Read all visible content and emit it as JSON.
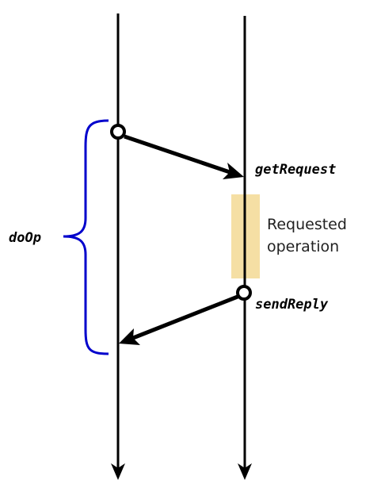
{
  "labels": {
    "get_request": "getRequest",
    "send_reply": "sendReply",
    "do_op": "doOp",
    "requested_operation_line1": "Requested",
    "requested_operation_line2": "operation"
  },
  "colors": {
    "line": "#000000",
    "brace": "#0000cc",
    "operation_box": "#f5dfa4"
  },
  "icons": {
    "send_point": "open-circle",
    "reply_point": "open-circle",
    "timeline_end": "down-arrow-icon"
  }
}
